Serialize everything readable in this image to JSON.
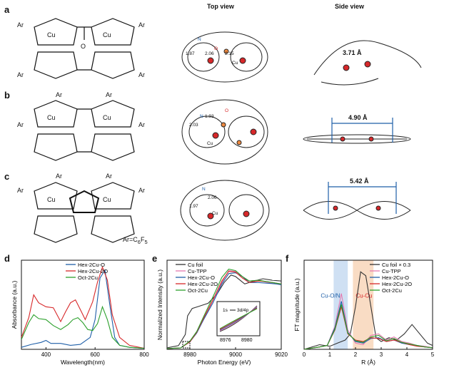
{
  "panels": {
    "a": "a",
    "b": "b",
    "c": "c",
    "d": "d",
    "e": "e",
    "f": "f"
  },
  "headers": {
    "top": "Top view",
    "side": "Side view"
  },
  "struct": {
    "ar": "Ar",
    "cu": "Cu",
    "n": "N",
    "o": "O",
    "ar_def": "Ar=C",
    "ar_def_sub1": "6",
    "ar_def_f": "F",
    "ar_def_sub2": "5"
  },
  "measurements": {
    "a_top": [
      "1.87",
      "2.06",
      "2.15"
    ],
    "a_side": "3.71 Å",
    "b_top": [
      "1.93",
      "2.03"
    ],
    "b_side": "4.90 Å",
    "c_top": [
      "2.06",
      "1.97"
    ],
    "c_side": "5.42 Å"
  },
  "atom_labels": {
    "n": "N",
    "o": "O",
    "cu": "Cu"
  },
  "colors": {
    "blue": "#1f5fa8",
    "red": "#d7282a",
    "green": "#2ca02c",
    "black": "#333333",
    "pink": "#e57bb0",
    "cyan": "#4fa3c7",
    "shade_blue": "#cfe0f3",
    "shade_orange": "#f9dcc4"
  },
  "chart_data": [
    {
      "type": "line",
      "panel": "d",
      "xlabel": "Wavelength(nm)",
      "ylabel": "Absorbance (a.u.)",
      "xlim": [
        300,
        800
      ],
      "xticks": [
        400,
        600,
        800
      ],
      "series": [
        {
          "name": "Hex-2Cu-O",
          "color": "#1f5fa8",
          "x": [
            300,
            340,
            380,
            400,
            420,
            460,
            500,
            540,
            580,
            600,
            620,
            640,
            660,
            680,
            700,
            740,
            800
          ],
          "y": [
            0.02,
            0.05,
            0.07,
            0.09,
            0.06,
            0.06,
            0.04,
            0.05,
            0.12,
            0.3,
            0.72,
            0.8,
            0.45,
            0.12,
            0.04,
            0.02,
            0.01
          ]
        },
        {
          "name": "Hex-2Cu-2O",
          "color": "#d7282a",
          "x": [
            300,
            330,
            350,
            370,
            400,
            430,
            460,
            480,
            500,
            520,
            540,
            560,
            590,
            610,
            630,
            650,
            670,
            700,
            740,
            800
          ],
          "y": [
            0.12,
            0.32,
            0.55,
            0.47,
            0.43,
            0.42,
            0.28,
            0.38,
            0.47,
            0.5,
            0.4,
            0.3,
            0.48,
            0.68,
            0.83,
            0.7,
            0.35,
            0.12,
            0.04,
            0.01
          ]
        },
        {
          "name": "Oct-2Cu",
          "color": "#2ca02c",
          "x": [
            300,
            330,
            350,
            370,
            400,
            430,
            460,
            490,
            510,
            530,
            550,
            570,
            590,
            610,
            630,
            650,
            670,
            700,
            740,
            800
          ],
          "y": [
            0.1,
            0.27,
            0.35,
            0.31,
            0.3,
            0.24,
            0.2,
            0.25,
            0.3,
            0.32,
            0.27,
            0.2,
            0.19,
            0.26,
            0.43,
            0.3,
            0.12,
            0.04,
            0.02,
            0.01
          ]
        }
      ]
    },
    {
      "type": "line",
      "panel": "e",
      "xlabel": "Photon Energy (eV)",
      "ylabel": "Normalized Intensity (a.u.)",
      "xlim": [
        8970,
        9020
      ],
      "xticks": [
        8980,
        9000,
        9020
      ],
      "series": [
        {
          "name": "Cu foil",
          "color": "#333333",
          "x": [
            8970,
            8975,
            8978,
            8979,
            8981,
            8984,
            8988,
            8992,
            8995,
            8998,
            9000,
            9004,
            9008,
            9012,
            9016,
            9020
          ],
          "y": [
            0.02,
            0.05,
            0.2,
            0.45,
            0.55,
            0.58,
            0.62,
            0.75,
            0.9,
            1.0,
            0.98,
            0.88,
            0.92,
            0.95,
            0.93,
            0.92
          ]
        },
        {
          "name": "Cu-TPP",
          "color": "#e57bb0",
          "x": [
            8970,
            8976,
            8980,
            8983,
            8986,
            8990,
            8994,
            8997,
            9000,
            9003,
            9006,
            9010,
            9014,
            9018,
            9020
          ],
          "y": [
            0.01,
            0.02,
            0.1,
            0.22,
            0.4,
            0.65,
            0.9,
            1.06,
            1.05,
            0.98,
            0.92,
            0.93,
            0.9,
            0.88,
            0.87
          ]
        },
        {
          "name": "Hex-2Cu-O",
          "color": "#1f5fa8",
          "x": [
            8970,
            8976,
            8980,
            8983,
            8986,
            8990,
            8994,
            8997,
            9000,
            9003,
            9006,
            9010,
            9014,
            9018,
            9020
          ],
          "y": [
            0.01,
            0.02,
            0.1,
            0.22,
            0.4,
            0.62,
            0.88,
            1.02,
            1.03,
            0.98,
            0.9,
            0.9,
            0.89,
            0.88,
            0.87
          ]
        },
        {
          "name": "Hex-2Cu-2O",
          "color": "#d7282a",
          "x": [
            8970,
            8976,
            8980,
            8983,
            8986,
            8990,
            8994,
            8997,
            9000,
            9003,
            9006,
            9010,
            9014,
            9018,
            9020
          ],
          "y": [
            0.01,
            0.02,
            0.1,
            0.23,
            0.42,
            0.66,
            0.92,
            1.05,
            1.04,
            0.96,
            0.9,
            0.92,
            0.91,
            0.89,
            0.88
          ]
        },
        {
          "name": "Oct-2Cu",
          "color": "#2ca02c",
          "x": [
            8970,
            8976,
            8980,
            8983,
            8986,
            8990,
            8994,
            8997,
            9000,
            9003,
            9006,
            9010,
            9014,
            9018,
            9020
          ],
          "y": [
            0.01,
            0.02,
            0.11,
            0.24,
            0.44,
            0.7,
            0.97,
            1.08,
            1.06,
            0.98,
            0.92,
            0.93,
            0.91,
            0.89,
            0.88
          ]
        }
      ],
      "inset": {
        "xticks": [
          8976,
          8980
        ],
        "annotation": "1s",
        "annotation2": "3d/4p"
      }
    },
    {
      "type": "line",
      "panel": "f",
      "xlabel": "R (Å)",
      "ylabel": "FT magnitude (a.u.)",
      "xlim": [
        0,
        5
      ],
      "xticks": [
        0,
        1,
        2,
        3,
        4,
        5
      ],
      "bands": [
        {
          "label": "Cu-O/N",
          "x0": 1.15,
          "x1": 1.7
        },
        {
          "label": "Cu-Cu",
          "x0": 1.9,
          "x1": 2.7
        }
      ],
      "series": [
        {
          "name": "Cu foil × 0.3",
          "color": "#333333",
          "x": [
            0,
            0.6,
            1.0,
            1.3,
            1.6,
            1.8,
            2.0,
            2.2,
            2.4,
            2.6,
            2.8,
            3.0,
            3.3,
            3.6,
            3.9,
            4.2,
            4.5,
            4.8,
            5.0
          ],
          "y": [
            0.0,
            0.06,
            0.04,
            0.08,
            0.12,
            0.2,
            0.55,
            1.0,
            0.95,
            0.55,
            0.15,
            0.1,
            0.15,
            0.12,
            0.2,
            0.32,
            0.2,
            0.08,
            0.05
          ]
        },
        {
          "name": "Cu-TPP",
          "color": "#e57bb0",
          "x": [
            0,
            0.6,
            0.9,
            1.2,
            1.45,
            1.7,
            2.0,
            2.3,
            2.6,
            2.9,
            3.2,
            3.5,
            3.8,
            4.1,
            4.4,
            4.7,
            5.0
          ],
          "y": [
            0.0,
            0.03,
            0.05,
            0.3,
            0.72,
            0.25,
            0.08,
            0.06,
            0.18,
            0.2,
            0.12,
            0.16,
            0.1,
            0.08,
            0.05,
            0.04,
            0.02
          ]
        },
        {
          "name": "Hex-2Cu-O",
          "color": "#1f5fa8",
          "x": [
            0,
            0.6,
            0.9,
            1.2,
            1.45,
            1.7,
            2.0,
            2.3,
            2.6,
            2.9,
            3.2,
            3.5,
            3.8,
            4.1,
            4.4,
            4.7,
            5.0
          ],
          "y": [
            0.0,
            0.03,
            0.05,
            0.28,
            0.62,
            0.22,
            0.1,
            0.08,
            0.14,
            0.15,
            0.1,
            0.12,
            0.08,
            0.06,
            0.05,
            0.03,
            0.02
          ]
        },
        {
          "name": "Hex-2Cu-2O",
          "color": "#d7282a",
          "x": [
            0,
            0.6,
            0.9,
            1.2,
            1.45,
            1.7,
            2.0,
            2.3,
            2.6,
            2.9,
            3.2,
            3.5,
            3.8,
            4.1,
            4.4,
            4.7,
            5.0
          ],
          "y": [
            0.0,
            0.03,
            0.05,
            0.25,
            0.55,
            0.2,
            0.12,
            0.1,
            0.15,
            0.14,
            0.1,
            0.12,
            0.09,
            0.06,
            0.04,
            0.03,
            0.02
          ]
        },
        {
          "name": "Oct-2Cu",
          "color": "#2ca02c",
          "x": [
            0,
            0.6,
            0.9,
            1.2,
            1.45,
            1.7,
            2.0,
            2.3,
            2.6,
            2.9,
            3.2,
            3.5,
            3.8,
            4.1,
            4.4,
            4.7,
            5.0
          ],
          "y": [
            0.0,
            0.03,
            0.05,
            0.26,
            0.58,
            0.21,
            0.11,
            0.09,
            0.16,
            0.18,
            0.11,
            0.14,
            0.09,
            0.07,
            0.05,
            0.03,
            0.02
          ]
        }
      ]
    }
  ]
}
